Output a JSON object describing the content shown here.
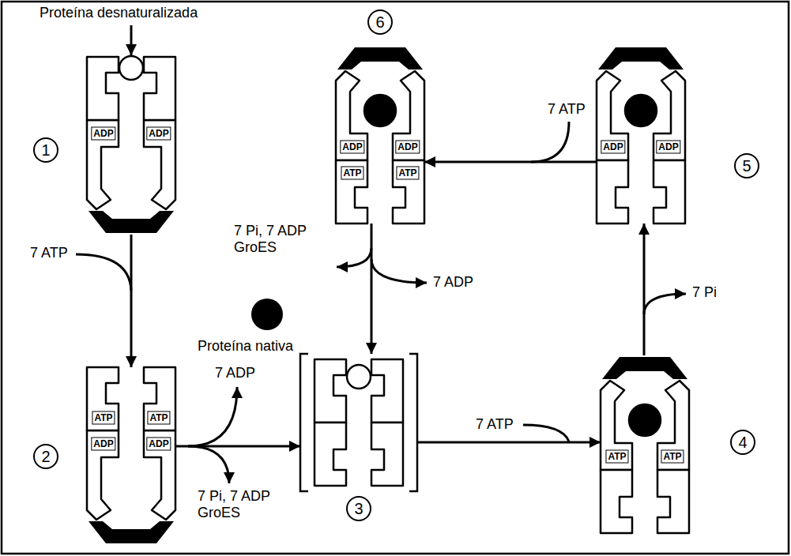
{
  "diagram": {
    "nodes": [
      {
        "text": [
          "1",
          "ADP",
          "ADP"
        ]
      },
      {
        "text": [
          "2",
          "ATP",
          "ATP",
          "ADP",
          "ADP"
        ]
      },
      {
        "text": [
          "3"
        ]
      },
      {
        "text": [
          "4",
          "ATP",
          "ATP"
        ]
      },
      {
        "text": [
          "5",
          "ADP",
          "ADP"
        ]
      },
      {
        "text": [
          "6",
          "ADP",
          "ADP",
          "ATP",
          "ATP"
        ]
      }
    ],
    "edges": [
      {
        "from": 0,
        "to": 1,
        "label": "7 ATP",
        "arrow": "to"
      },
      {
        "from": 1,
        "to": 2,
        "arrow": "to"
      },
      {
        "from": 2,
        "to": 3,
        "label": "7 ATP",
        "arrow": "to"
      },
      {
        "from": 3,
        "to": 4,
        "label": "7 Pi",
        "arrow": "to"
      },
      {
        "from": 4,
        "to": 5,
        "label": "7 ATP",
        "arrow": "to"
      },
      {
        "from": 5,
        "to": 2,
        "arrow": "to"
      }
    ],
    "labels": [
      "Proteína desnaturalizada",
      "7 Pi, 7 ADP GroES",
      "7 ADP",
      "Proteína nativa",
      "7 ADP",
      "7 Pi, 7 ADP GroES"
    ]
  }
}
